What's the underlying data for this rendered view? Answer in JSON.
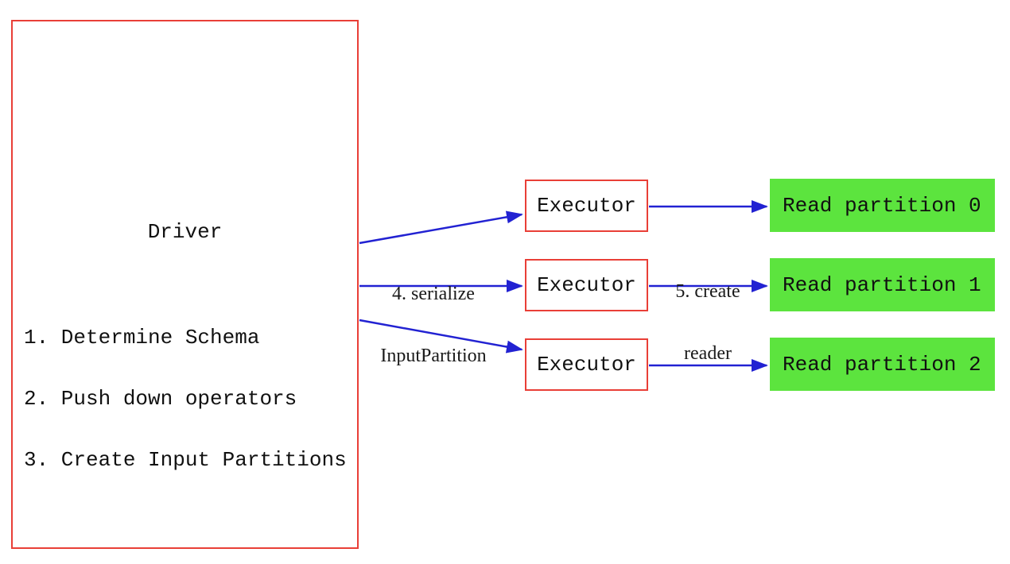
{
  "diagram": {
    "driver": {
      "title": "Driver",
      "steps": [
        "1. Determine Schema",
        "2. Push down operators",
        "3. Create Input Partitions"
      ]
    },
    "executors": [
      {
        "label": "Executor"
      },
      {
        "label": "Executor"
      },
      {
        "label": "Executor"
      }
    ],
    "partitions": [
      {
        "label": "Read partition 0"
      },
      {
        "label": "Read partition 1"
      },
      {
        "label": "Read partition 2"
      }
    ],
    "arrow_labels": {
      "serialize_line1": "4. serialize",
      "serialize_line2": "InputPartition",
      "create_line1": "5. create",
      "create_line2": "reader"
    },
    "colors": {
      "box_border_red": "#e93f37",
      "partition_green": "#5ce43e",
      "arrow_blue": "#2222d2",
      "text_black": "#111111"
    }
  }
}
